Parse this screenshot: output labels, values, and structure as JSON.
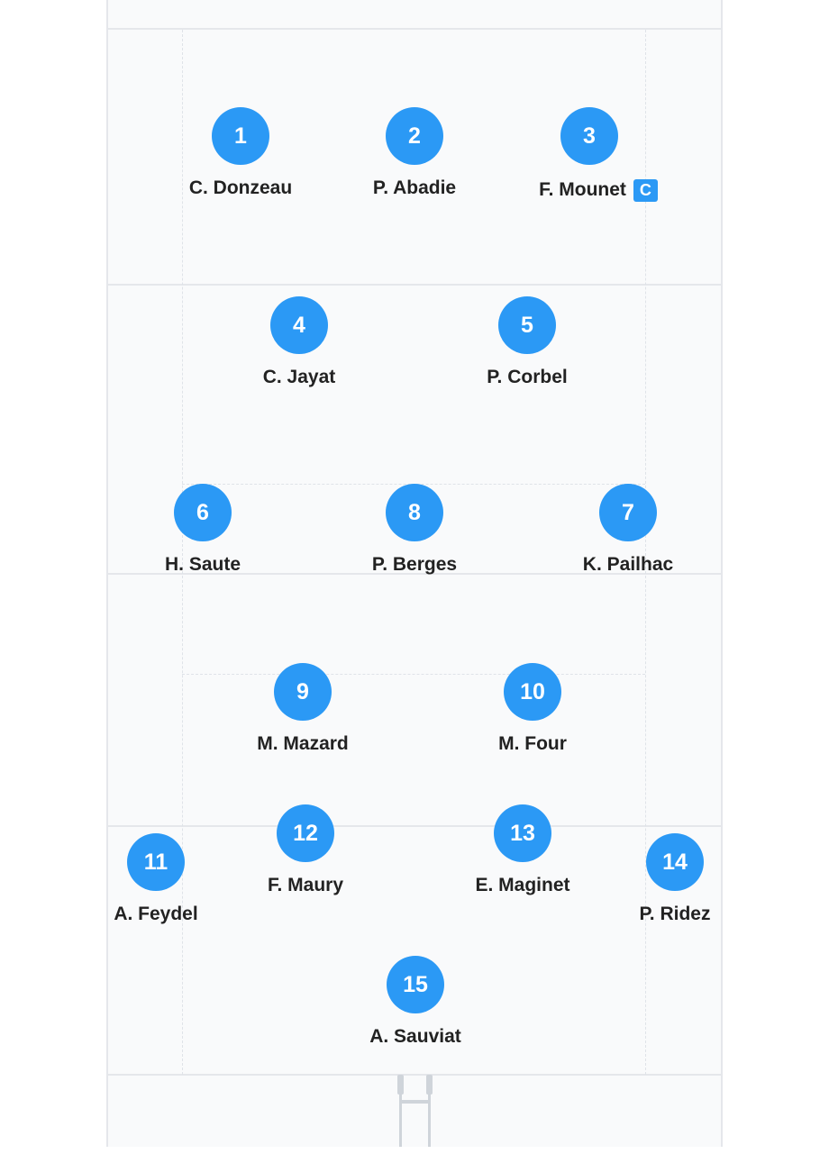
{
  "accent_color": "#2b99f5",
  "players": [
    {
      "number": "1",
      "name": "C. Donzeau"
    },
    {
      "number": "2",
      "name": "P. Abadie"
    },
    {
      "number": "3",
      "name": "F. Mounet",
      "captain": "C"
    },
    {
      "number": "4",
      "name": "C. Jayat"
    },
    {
      "number": "5",
      "name": "P. Corbel"
    },
    {
      "number": "6",
      "name": "H. Saute"
    },
    {
      "number": "8",
      "name": "P. Berges"
    },
    {
      "number": "7",
      "name": "K. Pailhac"
    },
    {
      "number": "9",
      "name": "M. Mazard"
    },
    {
      "number": "10",
      "name": "M. Four"
    },
    {
      "number": "12",
      "name": "F. Maury"
    },
    {
      "number": "13",
      "name": "E. Maginet"
    },
    {
      "number": "11",
      "name": "A. Feydel"
    },
    {
      "number": "14",
      "name": "P. Ridez"
    },
    {
      "number": "15",
      "name": "A. Sauviat"
    }
  ]
}
